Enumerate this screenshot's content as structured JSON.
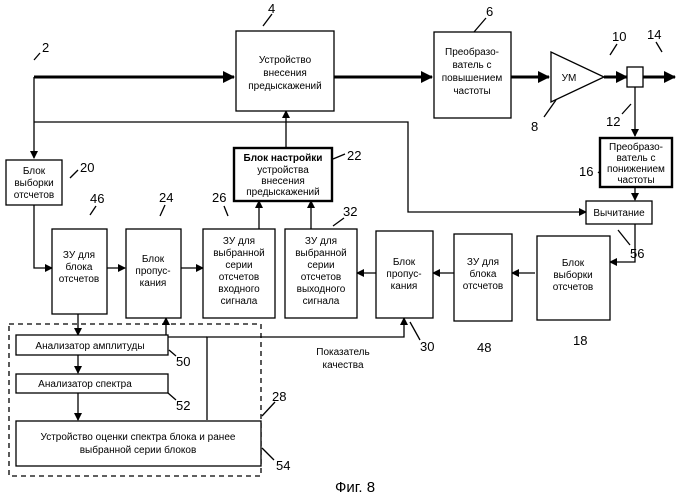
{
  "blocks": {
    "predistort": [
      "Устройство",
      "внесения",
      "предыскажений"
    ],
    "upconv": [
      "Преобразо-",
      "ватель с",
      "повышением",
      "частоты"
    ],
    "amp": "УМ",
    "downconv": [
      "Преобразо-",
      "ватель с",
      "понижением",
      "частоты"
    ],
    "sample_in": [
      "Блок",
      "выборки",
      "отсчетов"
    ],
    "tune": [
      "Блок настройки",
      "устройства",
      "внесения",
      "предыскажений"
    ],
    "subtract": "Вычитание",
    "mem_block": [
      "ЗУ для",
      "блока",
      "отсчетов"
    ],
    "skip_left": [
      "Блок",
      "пропус-",
      "кания"
    ],
    "mem_in": [
      "ЗУ для",
      "выбранной",
      "серии",
      "отсчетов",
      "входного",
      "сигнала"
    ],
    "mem_out": [
      "ЗУ для",
      "выбранной",
      "серии",
      "отсчетов",
      "выходного",
      "сигнала"
    ],
    "skip_right": [
      "Блок",
      "пропус-",
      "кания"
    ],
    "mem_block_r": [
      "ЗУ для",
      "блока",
      "отсчетов"
    ],
    "sample_out": [
      "Блок",
      "выборки",
      "отсчетов"
    ],
    "amp_analyzer": "Анализатор амплитуды",
    "spec_analyzer": "Анализатор спектра",
    "estimator": [
      "Устройство оценки  спектра блока и ранее",
      "выбранной серии блоков"
    ]
  },
  "quality_label": [
    "Показатель",
    "качества"
  ],
  "numbers": {
    "n2": "2",
    "n4": "4",
    "n6": "6",
    "n8": "8",
    "n10": "10",
    "n12": "12",
    "n14": "14",
    "n16": "16",
    "n18": "18",
    "n20": "20",
    "n22": "22",
    "n24": "24",
    "n26": "26",
    "n28": "28",
    "n30": "30",
    "n32": "32",
    "n46": "46",
    "n48": "48",
    "n50": "50",
    "n52": "52",
    "n54": "54",
    "n56": "56"
  },
  "caption": "Фиг. 8"
}
